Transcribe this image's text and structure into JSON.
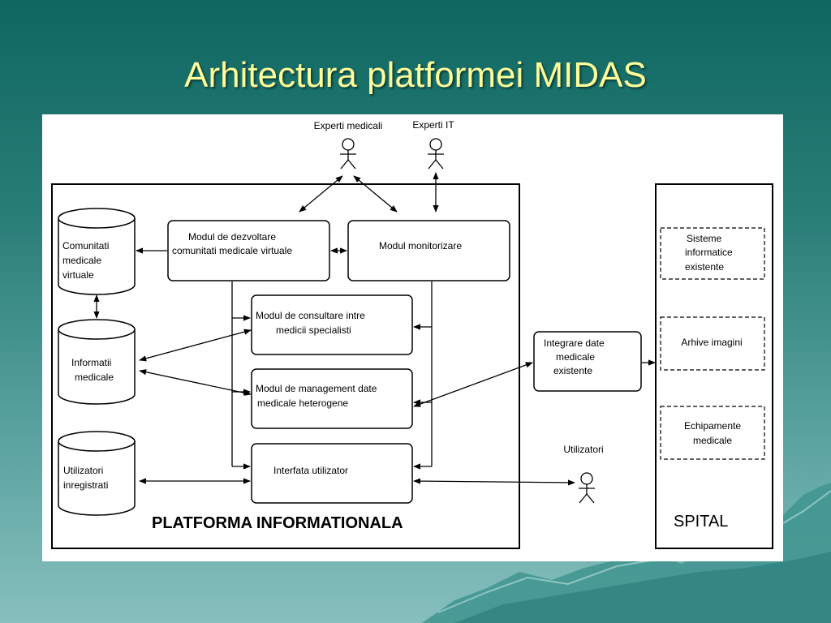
{
  "slide": {
    "title": "Arhitectura platformei MIDAS"
  },
  "actors": {
    "experts_medical": "Experti medicali",
    "experts_it": "Experti IT",
    "users": "Utilizatori"
  },
  "platform": {
    "label": "PLATFORMA INFORMATIONALA",
    "databases": {
      "communities": [
        "Comunitati",
        "medicale",
        "virtuale"
      ],
      "medical_info": [
        "Informatii",
        "medicale"
      ],
      "registered_users": [
        "Utilizatori",
        "inregistrati"
      ]
    },
    "modules": {
      "dev_communities": [
        "Modul de dezvoltare",
        "comunitati medicale virtuale"
      ],
      "monitoring": [
        "Modul monitorizare"
      ],
      "consulting": [
        "Modul de consultare intre",
        "medicii specialisti"
      ],
      "data_management": [
        "Modul de management date",
        "medicale heterogene"
      ],
      "user_interface": [
        "Interfata utilizator"
      ]
    }
  },
  "integration": [
    "Integrare date",
    "medicale",
    "existente"
  ],
  "hospital": {
    "label": "SPITAL",
    "systems": [
      "Sisteme",
      "informatice",
      "existente"
    ],
    "image_archives": [
      "Arhive imagini"
    ],
    "equipment": [
      "Echipamente",
      "medicale"
    ]
  }
}
